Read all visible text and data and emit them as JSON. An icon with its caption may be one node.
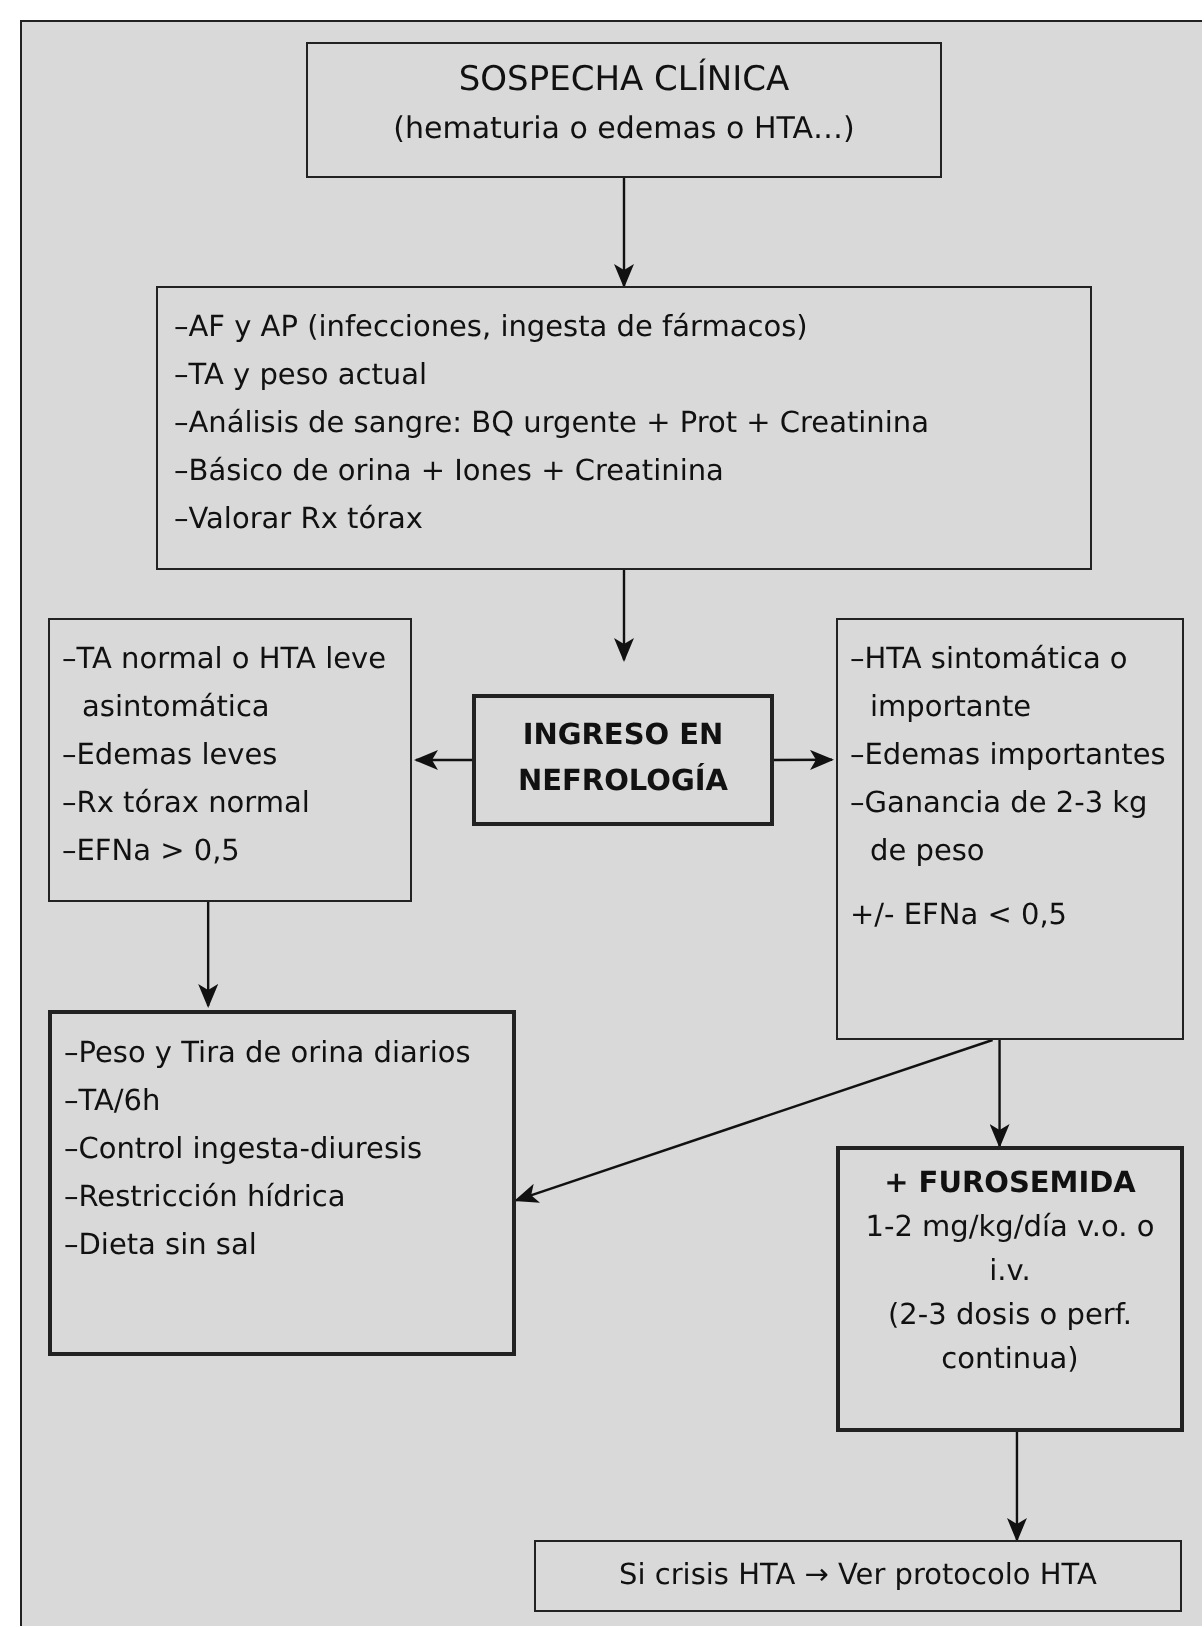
{
  "diagram": {
    "nodes": [
      {
        "text": [
          "SOSPECHA CLÍNICA",
          "(hematuria o edemas o HTA…)"
        ]
      },
      {
        "text": [
          "–AF y AP (infecciones, ingesta de fármacos)",
          "–TA y peso actual",
          "–Análisis de sangre: BQ urgente + Prot + Creatinina",
          "–Básico de orina + Iones + Creatinina",
          "–Valorar Rx tórax"
        ]
      },
      {
        "text": [
          "–TA normal o HTA leve asintomática",
          "–Edemas leves",
          "–Rx tórax normal",
          "–EFNa > 0,5"
        ]
      },
      {
        "text": [
          "INGRESO EN NEFROLOGÍA"
        ]
      },
      {
        "text": [
          "–HTA sintomática o importante",
          "–Edemas importantes",
          "–Ganancia de 2-3 kg de peso",
          "+/- EFNa < 0,5"
        ]
      },
      {
        "text": [
          "–Peso y Tira de orina diarios",
          "–TA/6h",
          "–Control ingesta-diuresis",
          "–Restricción hídrica",
          "–Dieta sin sal"
        ]
      },
      {
        "text": [
          "+ FUROSEMIDA",
          "1-2 mg/kg/día v.o. o i.v.",
          "(2-3 dosis o perf. continua)"
        ]
      },
      {
        "text": [
          "Si crisis HTA → Ver protocolo HTA"
        ]
      }
    ],
    "edges": [
      {
        "from": 0,
        "to": 1,
        "arrow": "to"
      },
      {
        "from": 1,
        "to": 3,
        "arrow": "to"
      },
      {
        "from": 3,
        "to": 2,
        "arrow": "to"
      },
      {
        "from": 3,
        "to": 4,
        "arrow": "to"
      },
      {
        "from": 2,
        "to": 5,
        "arrow": "to"
      },
      {
        "from": 4,
        "to": 5,
        "arrow": "to"
      },
      {
        "from": 4,
        "to": 6,
        "arrow": "to"
      },
      {
        "from": 6,
        "to": 7,
        "arrow": "to"
      }
    ]
  }
}
